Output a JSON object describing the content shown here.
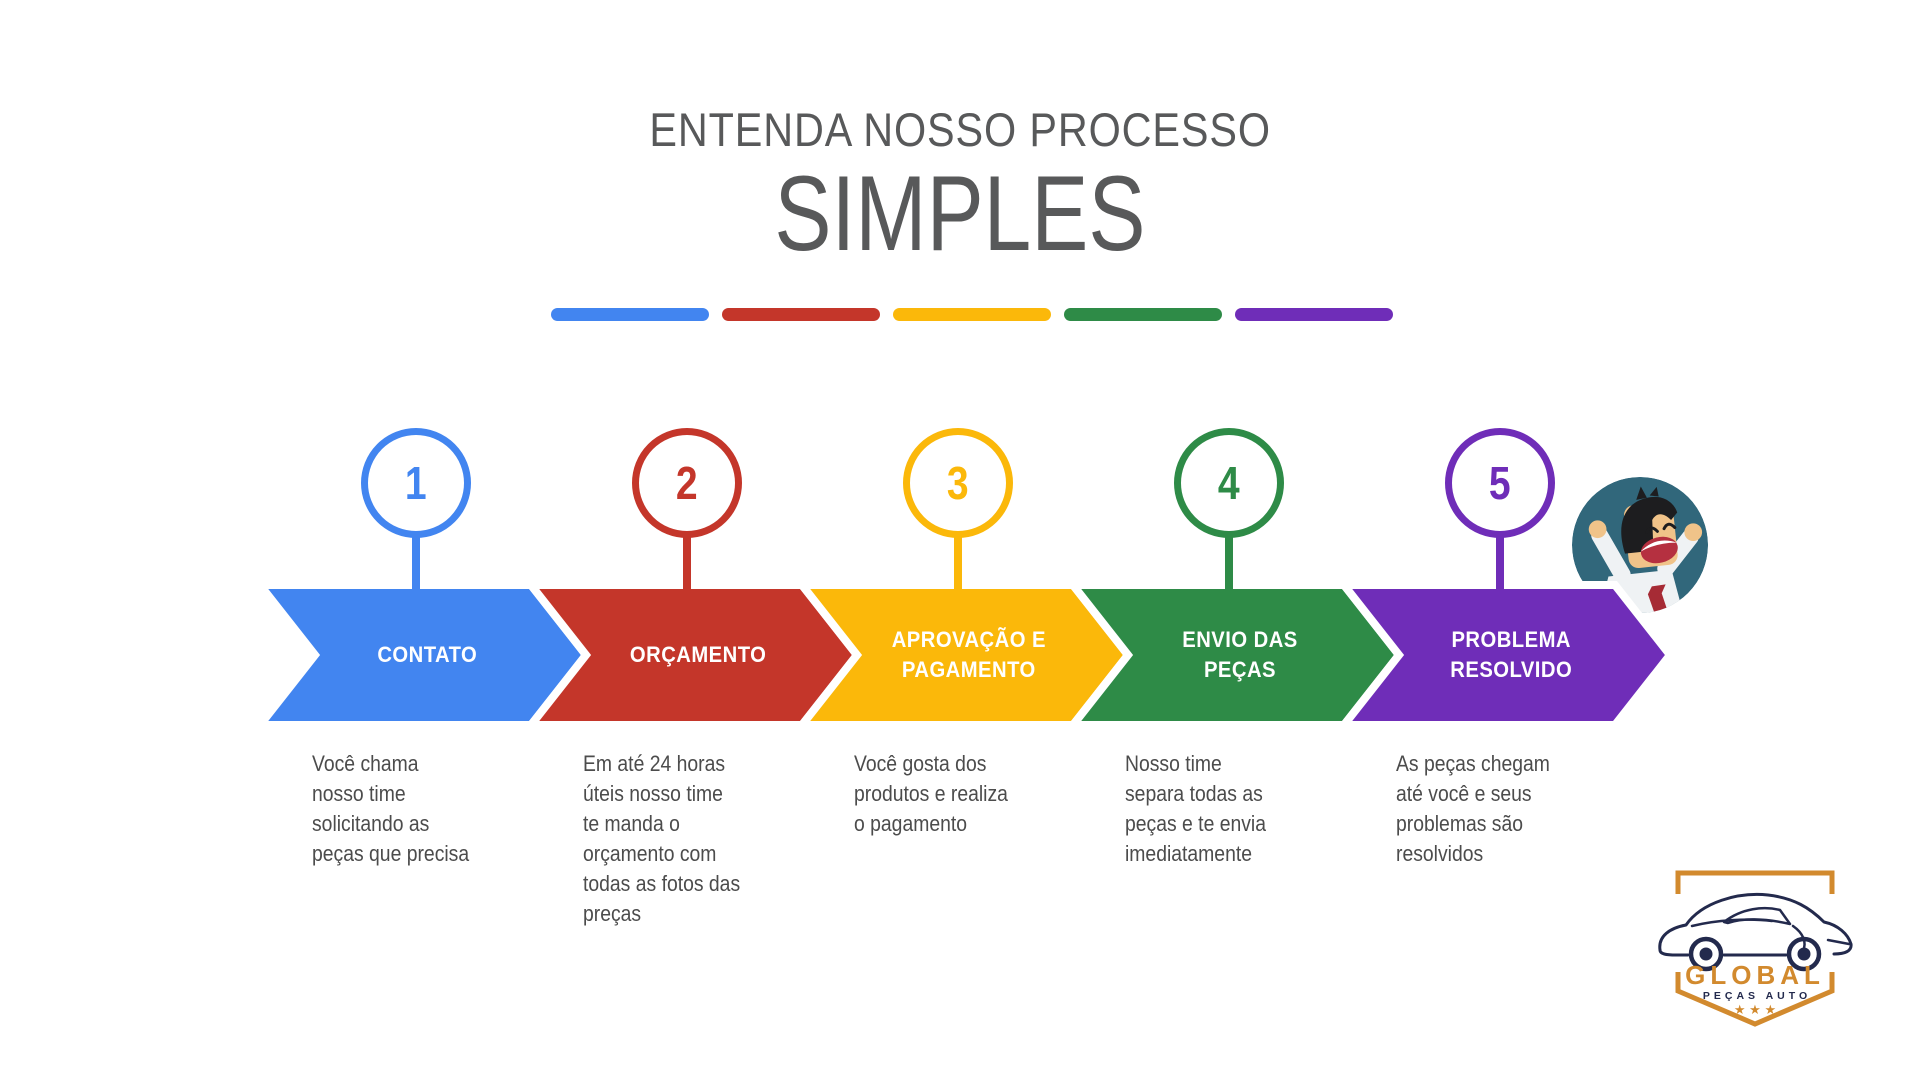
{
  "palette": {
    "blue": "#4285F0",
    "red": "#C4362A",
    "yellow": "#FBB80A",
    "green": "#2E8B47",
    "purple": "#6F2DB8",
    "title_gray": "#58595A",
    "body_gray": "#4C4C4C",
    "character_bg": "#31677B",
    "logo_orange": "#D28A2E",
    "logo_navy": "#232A4D"
  },
  "header": {
    "subtitle": "ENTENDA NOSSO PROCESSO",
    "title": "SIMPLES"
  },
  "divider": {
    "dash_colors": [
      "blue",
      "red",
      "yellow",
      "green",
      "purple"
    ]
  },
  "steps": [
    {
      "number": "1",
      "label": "CONTATO",
      "color": "blue",
      "description": "Você chama\nnosso time\nsolicitando as\npeças que precisa"
    },
    {
      "number": "2",
      "label": "ORÇAMENTO",
      "color": "red",
      "description": "Em até 24 horas\núteis nosso time\nte manda o\norçamento com\ntodas as fotos das\npreças"
    },
    {
      "number": "3",
      "label": "APROVAÇÃO E\nPAGAMENTO",
      "color": "yellow",
      "description": "Você gosta dos\nprodutos e realiza\no pagamento"
    },
    {
      "number": "4",
      "label": "ENVIO DAS PEÇAS",
      "color": "green",
      "description": "Nosso time\nsepara todas as\npeças e te envia\nimediatamente"
    },
    {
      "number": "5",
      "label": "PROBLEMA\nRESOLVIDO",
      "color": "purple",
      "description": "As peças chegam\naté você e seus\nproblemas são\nresolvidos"
    }
  ],
  "logo": {
    "brand": "GLOBAL",
    "tagline": "PEÇAS AUTO",
    "stars": "★ ★ ★"
  }
}
